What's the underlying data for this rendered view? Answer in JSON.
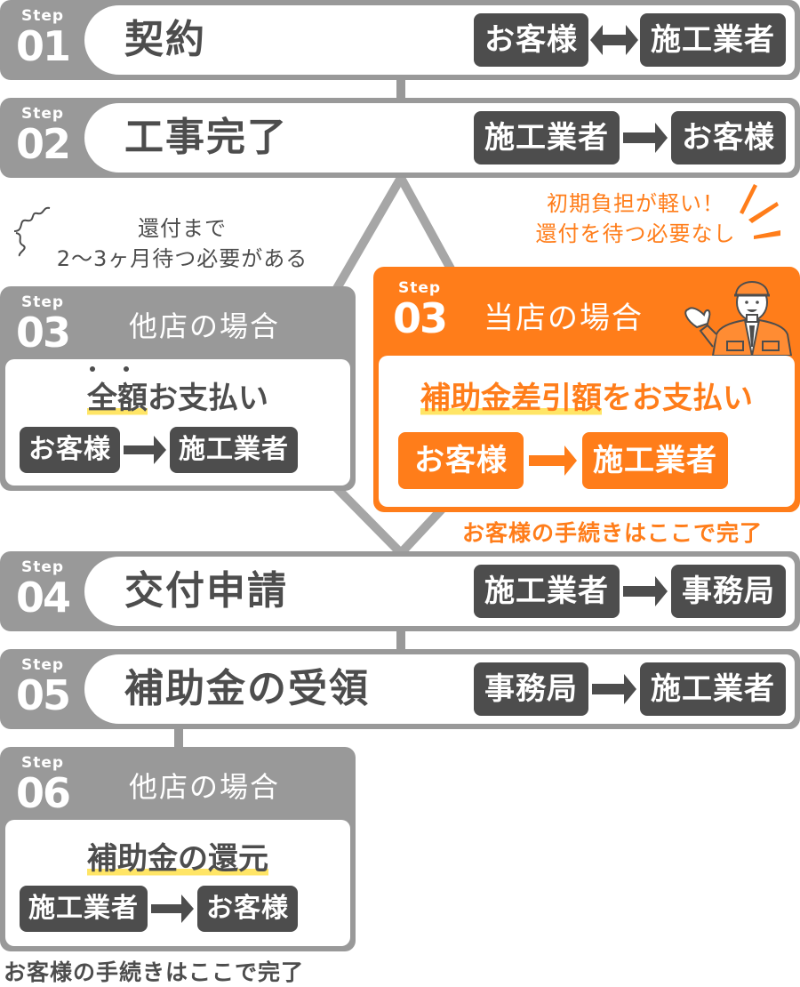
{
  "colors": {
    "gray": "#999999",
    "dark": "#4d4d4d",
    "orange": "#ff7d1a",
    "highlight": "#ffe566",
    "white": "#ffffff"
  },
  "step_word": "Step",
  "steps": [
    {
      "num": "01",
      "title": "契約",
      "from": "お客様",
      "arrow": "double-arrow-icon",
      "to": "施工業者"
    },
    {
      "num": "02",
      "title": "工事完了",
      "from": "施工業者",
      "arrow": "right-arrow-icon",
      "to": "お客様"
    },
    {
      "num": "04",
      "title": "交付申請",
      "from": "施工業者",
      "arrow": "right-arrow-icon",
      "to": "事務局"
    },
    {
      "num": "05",
      "title": "補助金の受領",
      "from": "事務局",
      "arrow": "right-arrow-icon",
      "to": "施工業者"
    }
  ],
  "other_shop_step03": {
    "num": "03",
    "title": "他店の場合",
    "payment_highlight": "全額",
    "payment_rest": "お支払い",
    "from": "お客様",
    "to": "施工業者",
    "note_line1": "還付まで",
    "note_line2": "2〜3ヶ月待つ必要がある"
  },
  "our_shop_step03": {
    "num": "03",
    "title": "当店の場合",
    "payment_highlight": "補助金差引額",
    "payment_rest": "をお支払い",
    "from": "お客様",
    "to": "施工業者",
    "note_line1": "初期負担が軽い！",
    "note_line2": "還付を待つ必要なし",
    "complete_note": "お客様の手続きはここで完了",
    "illustration": "worker-illustration-icon"
  },
  "other_shop_step06": {
    "num": "06",
    "title": "他店の場合",
    "payment_highlight": "補助金の還元",
    "from": "施工業者",
    "to": "お客様",
    "complete_note": "お客様の手続きはここで完了"
  }
}
